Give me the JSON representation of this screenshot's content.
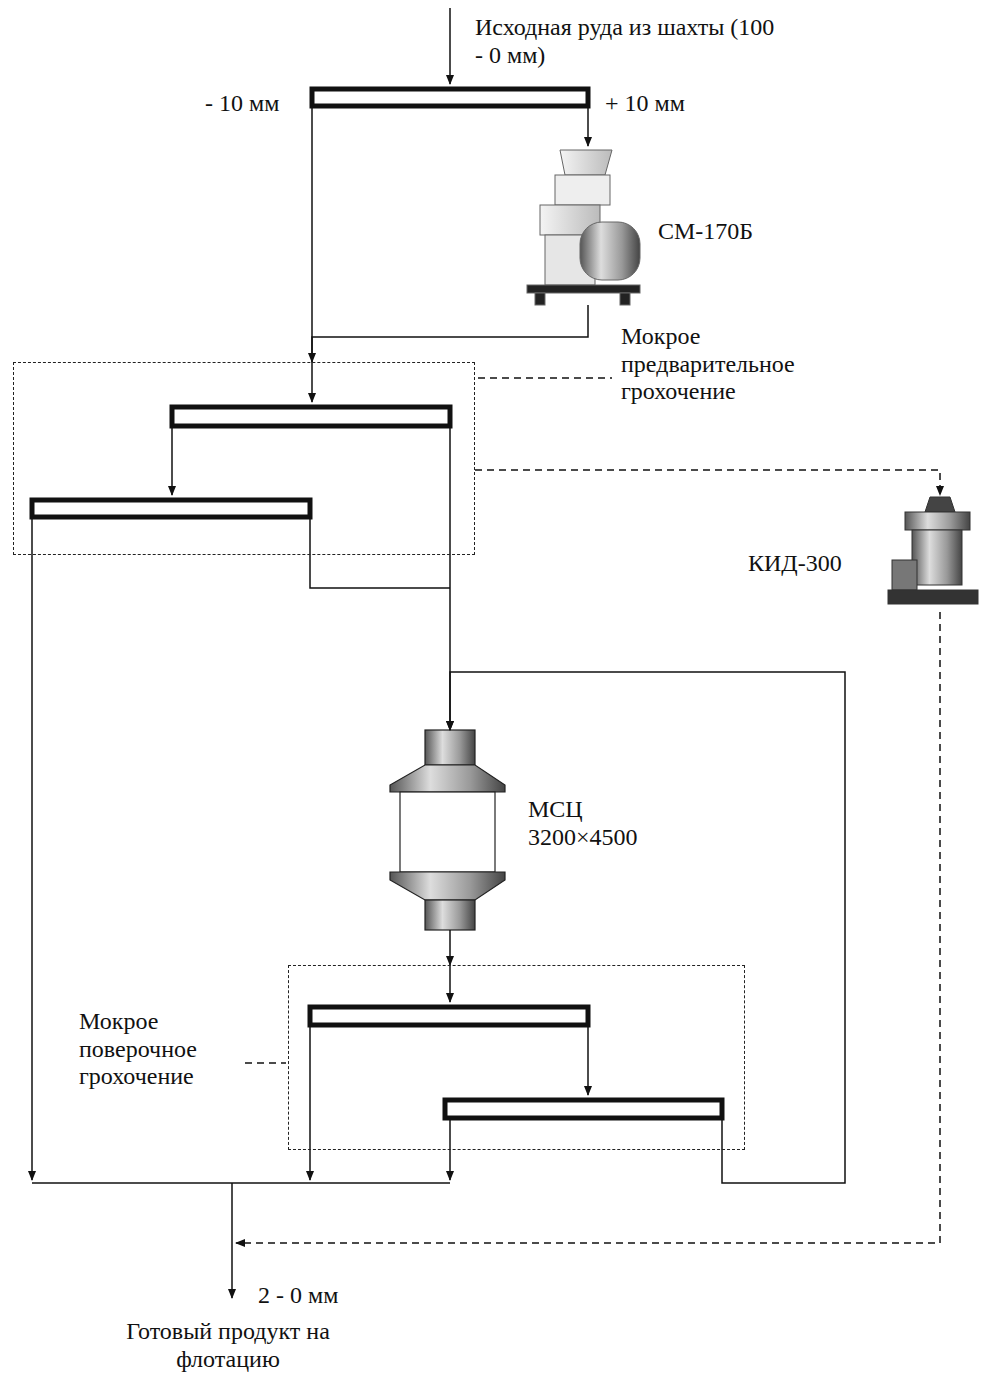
{
  "diagram": {
    "nodes": [
      {
        "text": [
          "СМ-170Б"
        ]
      },
      {
        "text": [
          "Мокрое предварительное грохочение"
        ]
      },
      {
        "text": [
          "КИД-300"
        ]
      },
      {
        "text": [
          "МСЦ 3200×4500"
        ]
      },
      {
        "text": [
          "Мокрое поверочное грохочение"
        ]
      }
    ],
    "edges": [
      {
        "from": 0,
        "to": 1,
        "arrow": "to"
      },
      {
        "from": 1,
        "to": 3,
        "arrow": "to"
      },
      {
        "from": 1,
        "to": 2,
        "arrow": "to"
      },
      {
        "from": 3,
        "to": 4,
        "arrow": "to"
      },
      {
        "from": 4,
        "to": 3,
        "arrow": "to"
      }
    ],
    "labels": [
      "Исходная руда из шахты (100 - 0 мм)",
      "- 10 мм",
      "+ 10 мм",
      "2 - 0 мм",
      "Готовый продукт на флотацию"
    ]
  }
}
